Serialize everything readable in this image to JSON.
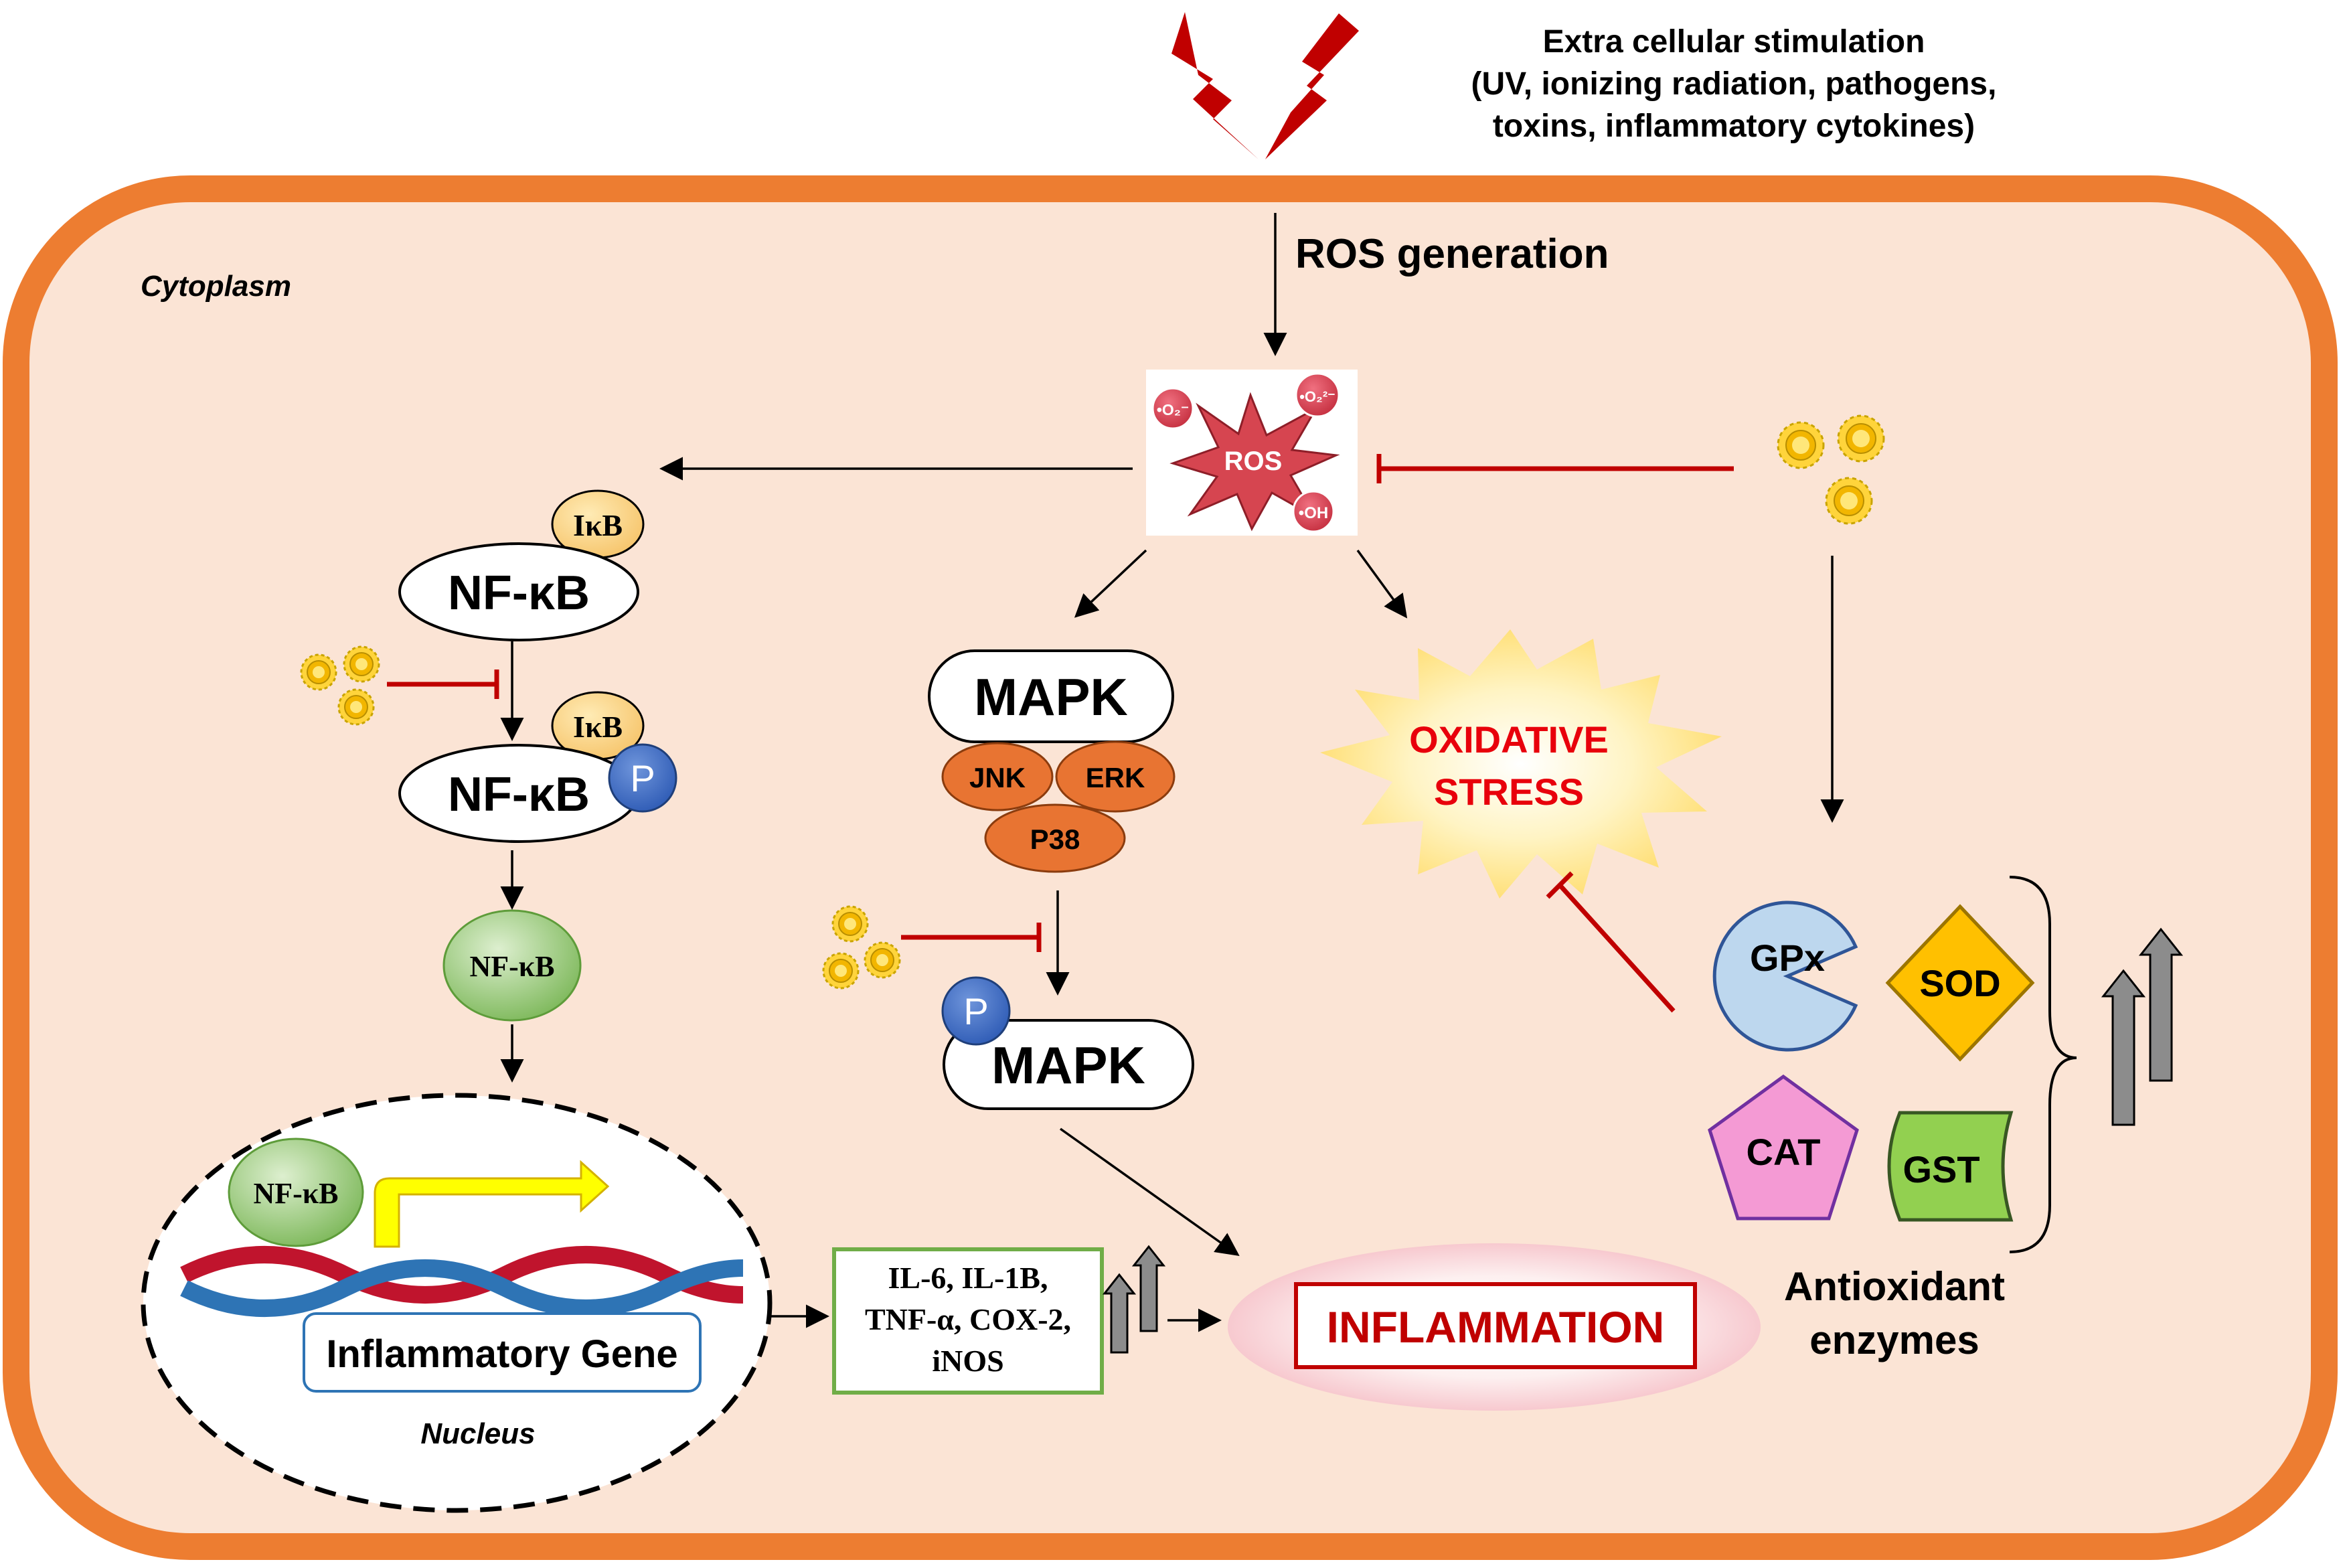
{
  "stimulus": {
    "line1": "Extra cellular stimulation",
    "line2": "(UV, ionizing radiation, pathogens,",
    "line3": "toxins, inflammatory cytokines)"
  },
  "ros_generation": "ROS generation",
  "cytoplasm": "Cytoplasm",
  "ros": {
    "label": "ROS",
    "radical_superoxide_1": "•O₂⁻",
    "radical_superoxide_2": "•O₂²⁻",
    "radical_hydroxyl": "•OH"
  },
  "nfkb_pathway": {
    "ikb_1": "IκB",
    "nfkb_1": "NF-κB",
    "ikb_2": "IκB",
    "nfkb_2": "NF-κB",
    "phospho_1": "P",
    "nfkb_free": "NF-κB",
    "nfkb_nucleus": "NF-κB",
    "gene": "Inflammatory Gene",
    "nucleus": "Nucleus"
  },
  "mapk_pathway": {
    "mapk_1": "MAPK",
    "jnk": "JNK",
    "erk": "ERK",
    "p38": "P38",
    "phospho_2": "P",
    "mapk_2": "MAPK"
  },
  "oxidative_stress": {
    "line1": "OXIDATIVE",
    "line2": "STRESS"
  },
  "cytokines": {
    "line1": "IL-6, IL-1B,",
    "line2": "TNF-α, COX-2,",
    "line3": "iNOS"
  },
  "inflammation": "INFLAMMATION",
  "enzymes": {
    "gpx": "GPx",
    "sod": "SOD",
    "cat": "CAT",
    "gst": "GST",
    "caption_line1": "Antioxidant",
    "caption_line2": "enzymes"
  },
  "colors": {
    "cell_border": "#ED7D31",
    "cell_fill": "#FBE4D5",
    "inhibit": "#C00000",
    "ros_star": "#D64550",
    "mapk_sub": "#E87432",
    "oxidative_text": "#E8000B",
    "phospho": "#4472C4",
    "nfkb_green": "#8DC26F",
    "dna_red": "#C0142D",
    "dna_blue": "#2E74B5",
    "sod": "#FFC000",
    "cat": "#F49AD4",
    "gst": "#92D050",
    "gpx": "#BDD7EE"
  }
}
